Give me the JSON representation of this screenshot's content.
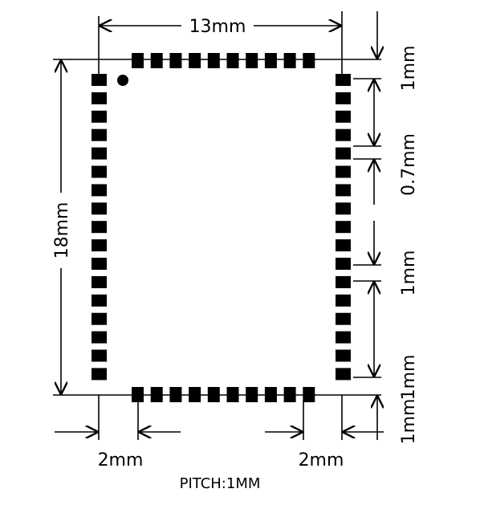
{
  "colors": {
    "pad": "#000000",
    "line": "#000000",
    "background": "#ffffff"
  },
  "labels": {
    "width": "13mm",
    "height": "18mm",
    "top_offset": "1mm",
    "pad_gap": "0.7mm",
    "middle_segment": "1mm",
    "lower_segment": "1mm",
    "bottom_offset": "1mm",
    "left_margin": "2mm",
    "right_margin": "2mm",
    "pitch": "PITCH:1MM"
  },
  "pads": {
    "top_count": 10,
    "bottom_count": 10,
    "left_count": 17,
    "right_count": 17
  },
  "pin1_marker": "pin-1-dot"
}
